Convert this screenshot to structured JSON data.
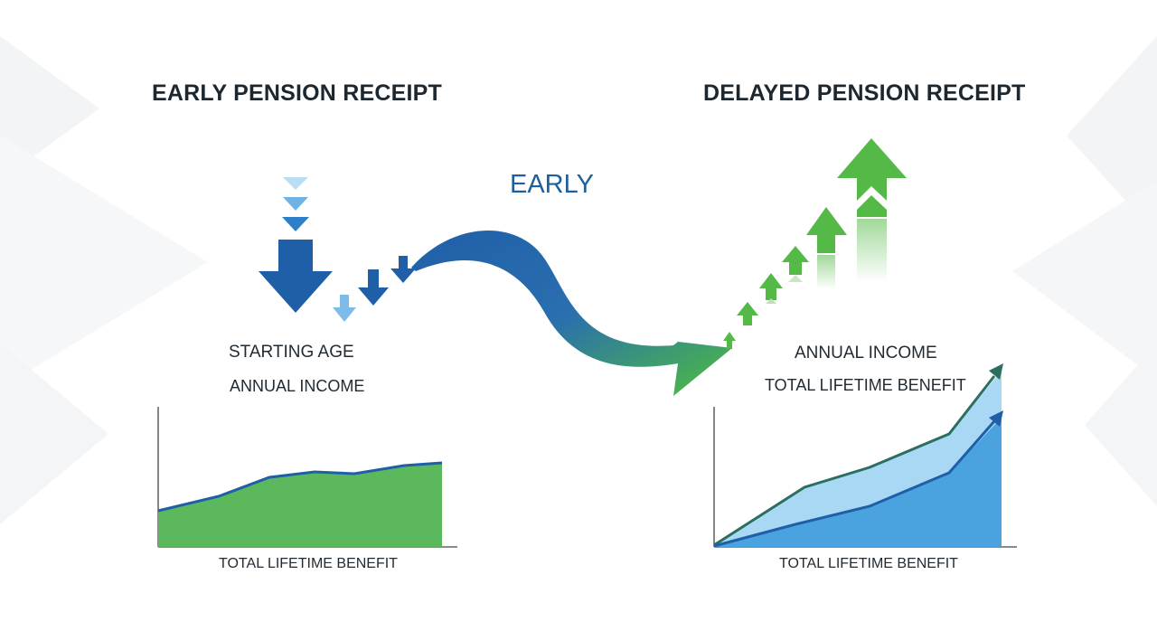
{
  "left_panel": {
    "title": "EARLY PENSION RECEIPT",
    "label_1": "STARTING AGE",
    "label_2": "ANNUAL INCOME",
    "axis_label": "TOTAL LIFETIME BENEFIT"
  },
  "transition": {
    "label": "EARLY"
  },
  "right_panel": {
    "title": "DELAYED PENSION RECEIPT",
    "label_1": "ANNUAL INCOME",
    "label_2": "TOTAL LIFETIME BENEFIT",
    "axis_label": "TOTAL LIFETIME BENEFIT"
  },
  "colors": {
    "green": "#5cb85c",
    "dark_blue": "#1f5fa8",
    "light_blue": "#9fd0f0",
    "mid_blue": "#4aa3de",
    "teal": "#2a7a6a"
  }
}
